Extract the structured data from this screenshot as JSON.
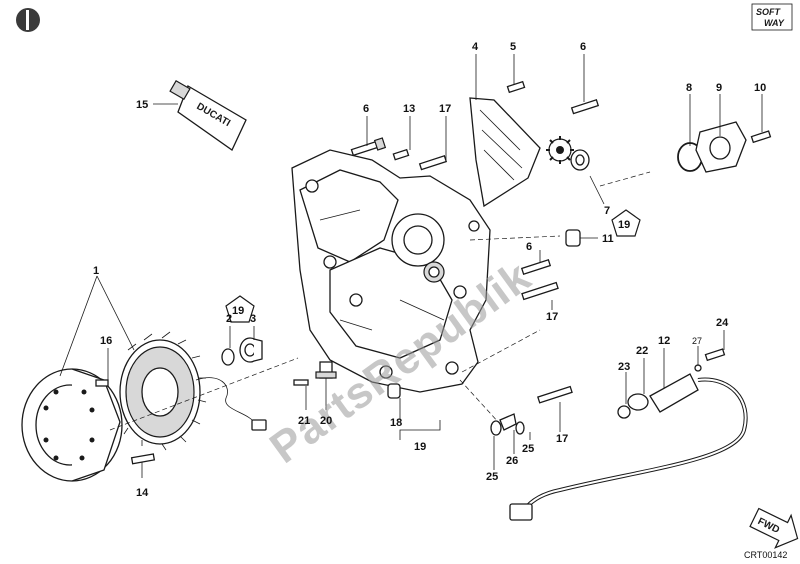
{
  "brand": {
    "logo_top": "SOFT",
    "logo_bottom": "WAY"
  },
  "watermark": "PartsRepublik",
  "tube_label": "DUCATI",
  "fwd_label": "FWD",
  "drawing_code": "CRT00142",
  "callouts": {
    "c1": "1",
    "c2": "2",
    "c3": "3",
    "c4": "4",
    "c5": "5",
    "c6a": "6",
    "c6b": "6",
    "c6c": "6",
    "c7": "7",
    "c8": "8",
    "c9": "9",
    "c10": "10",
    "c11": "11",
    "c12": "12",
    "c13": "13",
    "c14": "14",
    "c15": "15",
    "c16": "16",
    "c17a": "17",
    "c17b": "17",
    "c17c": "17",
    "c18": "18",
    "c19": "19",
    "c20": "20",
    "c21": "21",
    "c22": "22",
    "c23": "23",
    "c24": "24",
    "c25a": "25",
    "c25b": "25",
    "c26": "26",
    "c27": "27"
  },
  "ref_badges": {
    "r19a": "19",
    "r19b": "19"
  },
  "colors": {
    "ink": "#1a1a1a",
    "watermark": "#9a9a9a",
    "shade": "#d8d8d8"
  }
}
